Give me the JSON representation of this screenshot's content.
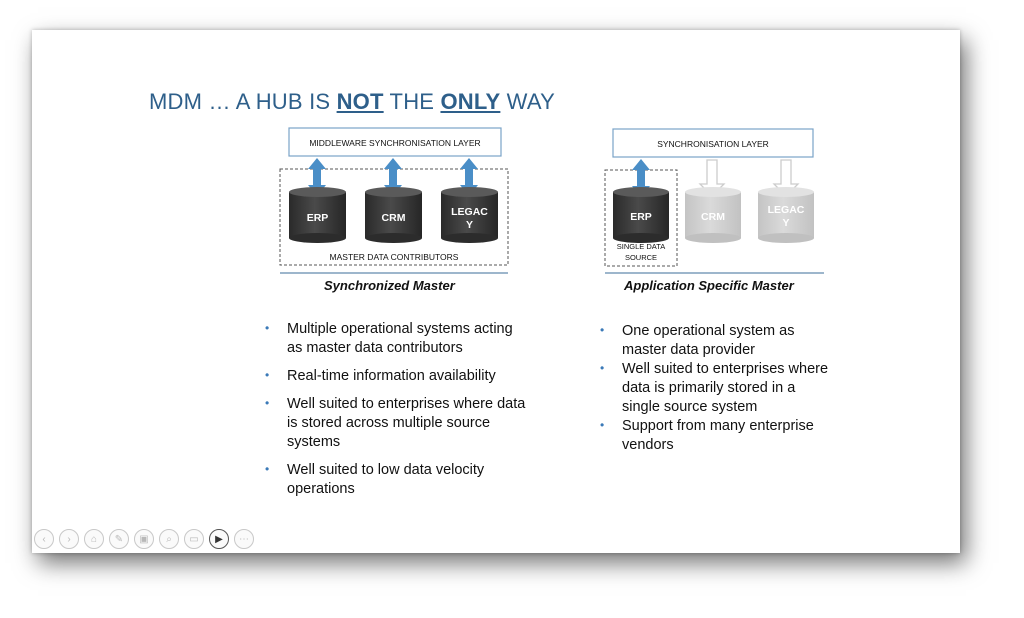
{
  "slide": {
    "title": {
      "prefix": "MDM … A HUB IS ",
      "not": "NOT",
      "middle": " THE ",
      "only": "ONLY",
      "suffix": " WAY"
    },
    "left": {
      "layer_label": "MIDDLEWARE SYNCHRONISATION LAYER",
      "cylinders": [
        {
          "line1": "ERP",
          "line2": ""
        },
        {
          "line1": "CRM",
          "line2": ""
        },
        {
          "line1": "LEGAC",
          "line2": "Y"
        }
      ],
      "group_label": "MASTER DATA CONTRIBUTORS",
      "caption": "Synchronized Master",
      "bullets": [
        [
          "Multiple operational systems acting",
          "as master data contributors"
        ],
        [
          "Real-time information availability"
        ],
        [
          "Well suited to enterprises where data",
          "is stored across multiple source",
          "systems"
        ],
        [
          "Well suited to low data velocity",
          "operations"
        ]
      ]
    },
    "right": {
      "layer_label": "SYNCHRONISATION LAYER",
      "cylinders": [
        {
          "line1": "ERP",
          "line2": ""
        },
        {
          "line1": "CRM",
          "line2": ""
        },
        {
          "line1": "LEGAC",
          "line2": "Y"
        }
      ],
      "source_label_1": "SINGLE DATA",
      "source_label_2": "SOURCE",
      "caption": "Application Specific Master",
      "bullets": [
        [
          "One operational system as",
          "master data provider"
        ],
        [
          "Well suited to enterprises where",
          "data is primarily stored in a",
          "single source system"
        ],
        [
          "Support from many enterprise",
          "vendors"
        ]
      ]
    }
  },
  "toolbar": {
    "icons": [
      "prev-icon",
      "next-icon",
      "home-icon",
      "pen-icon",
      "slides-icon",
      "zoom-icon",
      "menu-icon",
      "camera-icon",
      "more-icon"
    ],
    "glyphs": [
      "‹",
      "›",
      "⌂",
      "✎",
      "▣",
      "⌕",
      "▭",
      "▶",
      "⋯"
    ]
  },
  "colors": {
    "title": "#2e5f8a",
    "arrow": "#4a8ec7",
    "cylinder_dark": "#3a3a3a",
    "cylinder_faded": "#cfcfcf",
    "layer_border": "#7aa3c7"
  }
}
